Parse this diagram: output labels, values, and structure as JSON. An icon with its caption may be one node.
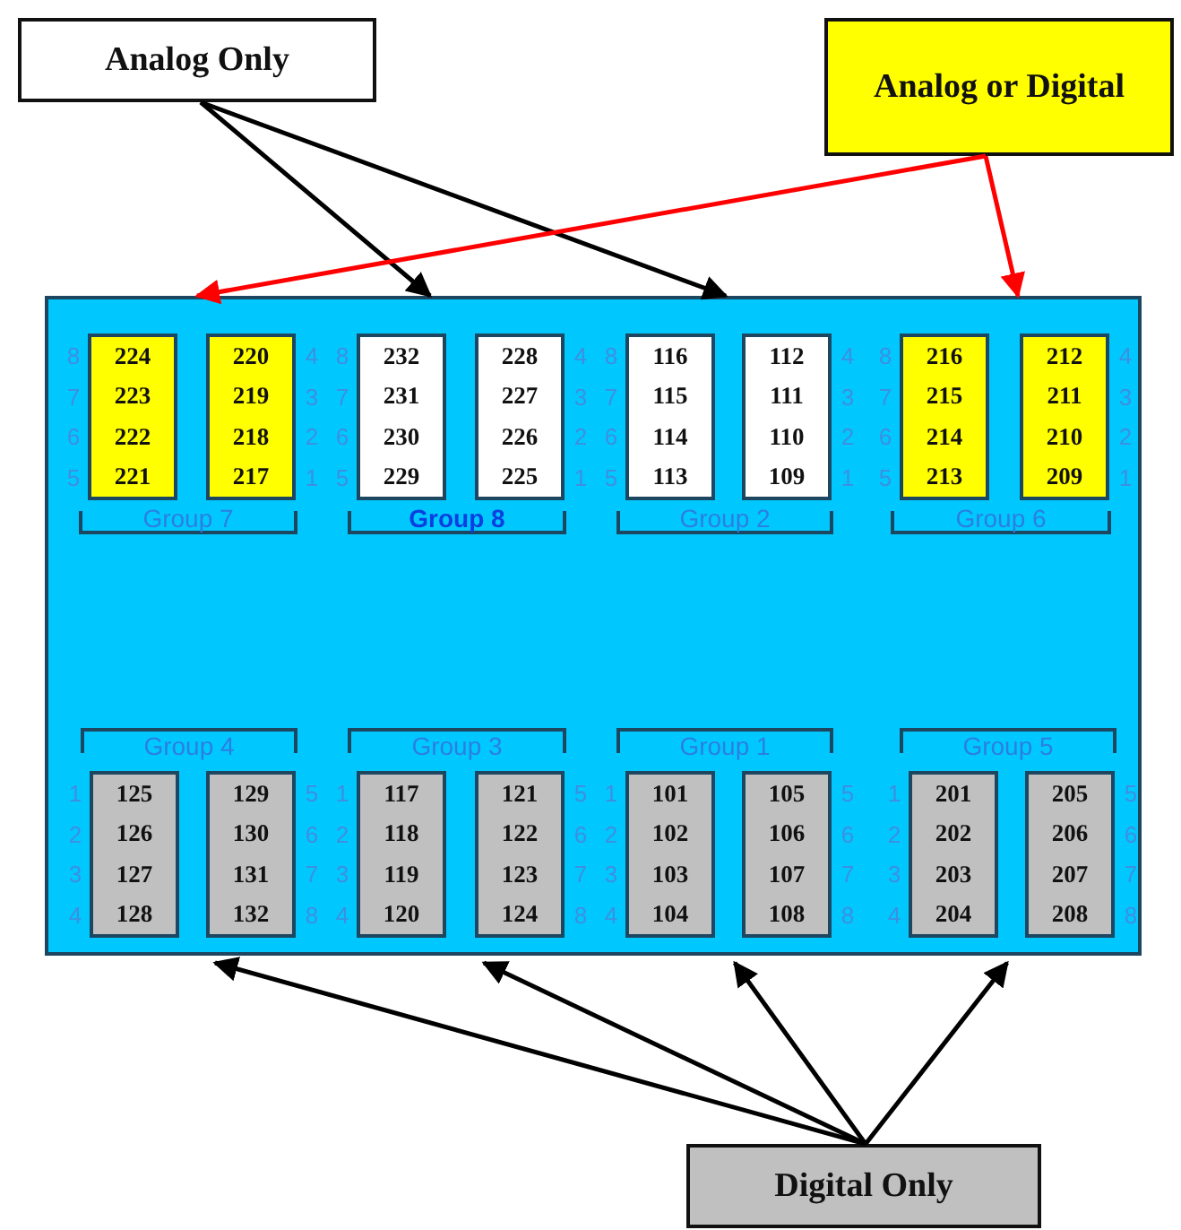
{
  "diagram": {
    "nodes": [
      {
        "text": [
          "Analog Only"
        ]
      },
      {
        "text": [
          "Analog or Digital"
        ]
      },
      {
        "text": [],
        "shape": "box"
      },
      {
        "text": [
          "224",
          "223",
          "222",
          "221"
        ],
        "in": 2,
        "beside": [
          "8",
          "7",
          "6",
          "5"
        ]
      },
      {
        "text": [
          "220",
          "219",
          "218",
          "217"
        ],
        "in": 2,
        "beside": [
          "4",
          "3",
          "2",
          "1"
        ]
      },
      {
        "text": [
          "232",
          "231",
          "230",
          "229"
        ],
        "in": 2,
        "beside": [
          "8",
          "7",
          "6",
          "5"
        ]
      },
      {
        "text": [
          "228",
          "227",
          "226",
          "225"
        ],
        "in": 2,
        "beside": [
          "4",
          "3",
          "2",
          "1"
        ]
      },
      {
        "text": [
          "116",
          "115",
          "114",
          "113"
        ],
        "in": 2,
        "beside": [
          "8",
          "7",
          "6",
          "5"
        ]
      },
      {
        "text": [
          "112",
          "111",
          "110",
          "109"
        ],
        "in": 2,
        "beside": [
          "4",
          "3",
          "2",
          "1"
        ]
      },
      {
        "text": [
          "216",
          "215",
          "214",
          "213"
        ],
        "in": 2,
        "beside": [
          "8",
          "7",
          "6",
          "5"
        ]
      },
      {
        "text": [
          "212",
          "211",
          "210",
          "209"
        ],
        "in": 2,
        "beside": [
          "4",
          "3",
          "2",
          "1"
        ]
      },
      {
        "text": [
          "125",
          "126",
          "127",
          "128"
        ],
        "in": 2,
        "beside": [
          "1",
          "2",
          "3",
          "4"
        ]
      },
      {
        "text": [
          "129",
          "130",
          "131",
          "132"
        ],
        "in": 2,
        "beside": [
          "5",
          "6",
          "7",
          "8"
        ]
      },
      {
        "text": [
          "117",
          "118",
          "119",
          "120"
        ],
        "in": 2,
        "beside": [
          "1",
          "2",
          "3",
          "4"
        ]
      },
      {
        "text": [
          "121",
          "122",
          "123",
          "124"
        ],
        "in": 2,
        "beside": [
          "5",
          "6",
          "7",
          "8"
        ]
      },
      {
        "text": [
          "101",
          "102",
          "103",
          "104"
        ],
        "in": 2,
        "beside": [
          "1",
          "2",
          "3",
          "4"
        ]
      },
      {
        "text": [
          "105",
          "106",
          "107",
          "108"
        ],
        "in": 2,
        "beside": [
          "5",
          "6",
          "7",
          "8"
        ]
      },
      {
        "text": [
          "201",
          "202",
          "203",
          "204"
        ],
        "in": 2,
        "beside": [
          "1",
          "2",
          "3",
          "4"
        ]
      },
      {
        "text": [
          "205",
          "206",
          "207",
          "208"
        ],
        "in": 2,
        "beside": [
          "5",
          "6",
          "7",
          "8"
        ]
      },
      {
        "text": [
          "Digital Only"
        ]
      }
    ],
    "edges": [
      {
        "from": 0,
        "to": 2,
        "arrow": "to"
      },
      {
        "from": 0,
        "to": 2,
        "arrow": "to"
      },
      {
        "from": 1,
        "to": 2,
        "arrow": "to",
        "color": "#ff0000"
      },
      {
        "from": 1,
        "to": 2,
        "arrow": "to",
        "color": "#ff0000"
      },
      {
        "from": 19,
        "to": 2,
        "arrow": "to"
      },
      {
        "from": 19,
        "to": 2,
        "arrow": "to"
      },
      {
        "from": 19,
        "to": 2,
        "arrow": "to"
      },
      {
        "from": 19,
        "to": 2,
        "arrow": "to"
      }
    ],
    "labels": [
      "Group 7",
      "Group 8",
      "Group 2",
      "Group 6",
      "Group 4",
      "Group 3",
      "Group 1",
      "Group 5"
    ]
  }
}
